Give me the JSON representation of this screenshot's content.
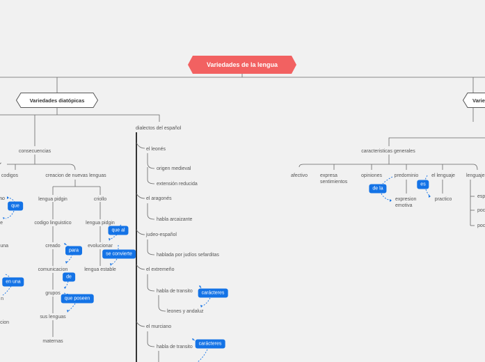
{
  "root": {
    "label": "Variedades de la lengua",
    "color": "#f26161"
  },
  "left_branch": {
    "label": "Variedades diatópicas"
  },
  "right_branch": {
    "label": "Varie"
  },
  "consecuencias": {
    "label": "consecuencias",
    "children": [
      "codigos",
      "creacion de nuevas lenguas"
    ]
  },
  "codigos_col": [
    "no",
    "e",
    "una",
    "n",
    "cion"
  ],
  "pidgin_col": [
    "lengua pidgin",
    "codigo linguistico",
    "creado",
    "comunicacion",
    "grupos",
    "sus lenguas",
    "maternas"
  ],
  "criollo_col": [
    "criollo",
    "lengua pidgin",
    "evolucionar",
    "lengua estable"
  ],
  "dialectos": {
    "label": "dialectos del español",
    "items": [
      {
        "label": "el leonés",
        "sub": [
          "origen medieval",
          "extensión reducida"
        ]
      },
      {
        "label": "el aragonés",
        "sub": [
          "habla arcaizante"
        ]
      },
      {
        "label": "judeo-español",
        "sub": [
          "hablada por judíos sefarditas"
        ]
      },
      {
        "label": "el extremeño",
        "sub": [
          "habla de transito",
          "leones y andaluz"
        ]
      },
      {
        "label": "el murciano",
        "sub": [
          "habla de transito"
        ]
      }
    ]
  },
  "caracteristicas": {
    "label": "caracteristicas generales",
    "items": [
      "afectivo",
      "expresa sentimientos",
      "opiniones",
      "predominio",
      "el lenguaje",
      "lenguaje"
    ],
    "expresion": "expresion emotiva",
    "practico": "practico",
    "right_partial": [
      "esp",
      "poc",
      "poc"
    ]
  },
  "tags": [
    "que",
    "en una",
    "para",
    "de",
    "que poseen",
    "que al",
    "se convierte",
    "carácteres",
    "carácteres",
    "de la",
    "es"
  ],
  "colors": {
    "line": "#555555",
    "tag": "#1473e6",
    "dash": "#1473e6",
    "background": "#f1f1f1"
  }
}
